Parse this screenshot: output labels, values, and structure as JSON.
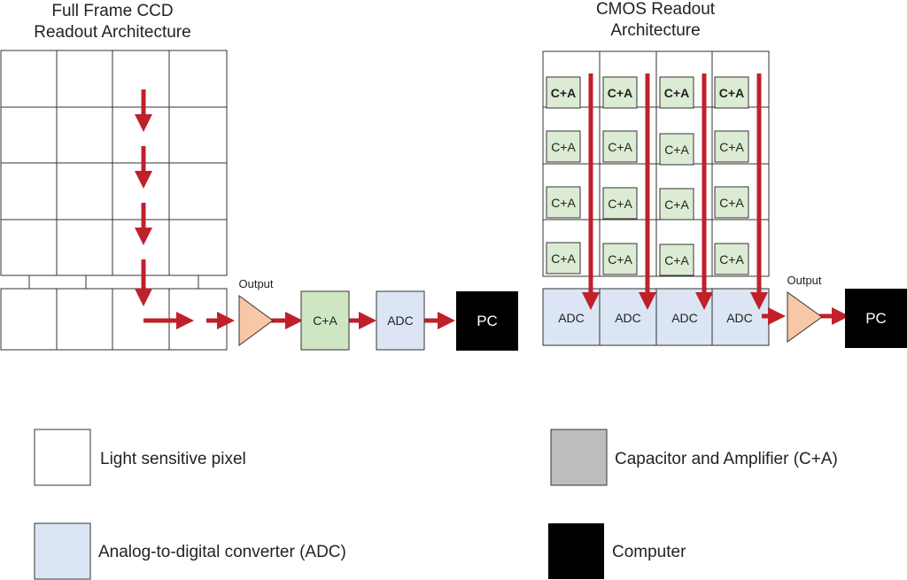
{
  "ccd": {
    "title_line1": "Full Frame CCD",
    "title_line2": "Readout Architecture",
    "output_label": "Output",
    "amp_label": "C+A",
    "adc_label": "ADC",
    "pc_label": "PC"
  },
  "cmos": {
    "title_line1": "CMOS Readout",
    "title_line2": "Architecture",
    "ca_label": "C+A",
    "adc_label": "ADC",
    "output_label": "Output",
    "pc_label": "PC"
  },
  "legend": {
    "pixel": "Light sensitive pixel",
    "ca": "Capacitor and Amplifier (C+A)",
    "adc": "Analog-to-digital converter (ADC)",
    "computer": "Computer"
  },
  "colors": {
    "arrow": "#c0202a",
    "ca_fill": "#dcebd3",
    "ca_fill_ccd": "#cfe6c3",
    "adc_fill": "#dbe5f3",
    "amp_fill": "#f8c7a5",
    "pc_fill": "#000000",
    "legend_gray": "#bdbdbd"
  }
}
